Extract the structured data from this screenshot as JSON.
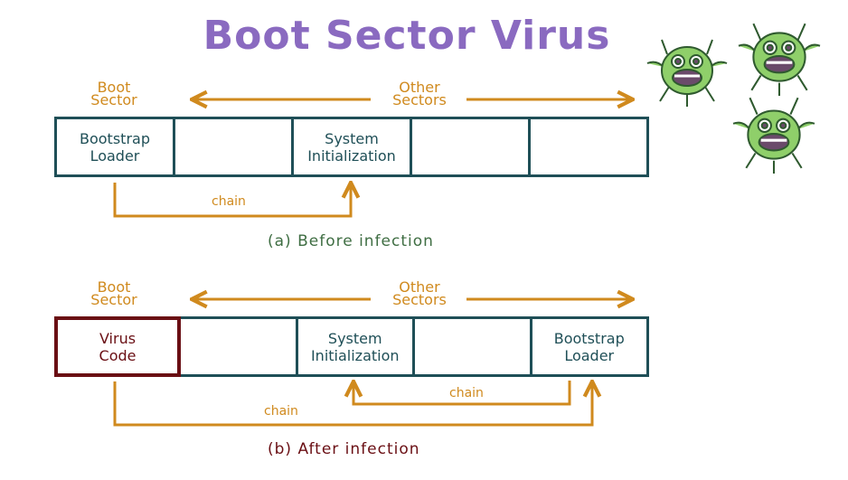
{
  "title": "Boot Sector Virus",
  "diagram_a": {
    "boot_sector_label": "Boot\nSector",
    "other_sectors_label": "Other\nSectors",
    "cells": [
      "Bootstrap\nLoader",
      "",
      "System\nInitialization",
      "",
      ""
    ],
    "chain_label": "chain",
    "caption": "(a) Before infection"
  },
  "diagram_b": {
    "boot_sector_label": "Boot\nSector",
    "other_sectors_label": "Other\nSectors",
    "cells": [
      "Virus\nCode",
      "",
      "System\nInitialization",
      "",
      "Bootstrap\nLoader"
    ],
    "chain_label_upper": "chain",
    "chain_label_lower": "chain",
    "caption": "(b) After infection"
  },
  "colors": {
    "title": "#8a6ac0",
    "arrow": "#d08a1e",
    "box": "#1f4f57",
    "virus": "#6a0f14",
    "caption_a": "#3f6e43",
    "caption_b": "#6a0f14",
    "monster": "#8fcf6a"
  },
  "icons": [
    "virus-monster-icon",
    "virus-monster-icon",
    "virus-monster-icon"
  ]
}
